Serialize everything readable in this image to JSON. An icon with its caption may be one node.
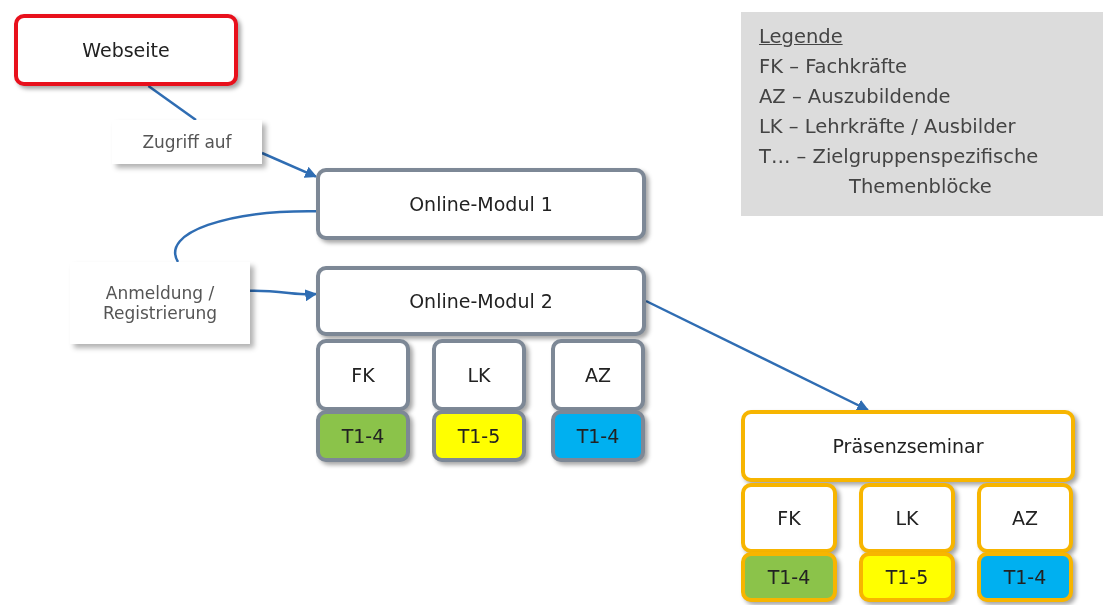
{
  "diagram": {
    "nodes": [
      {
        "text": [
          "Webseite"
        ]
      },
      {
        "text": [
          "Zugriff auf"
        ]
      },
      {
        "text": [
          "Online-Modul 1"
        ]
      },
      {
        "text": [
          "Anmeldung / Registrierung"
        ]
      },
      {
        "text": [
          "Online-Modul 2"
        ]
      },
      {
        "text": [
          "FK"
        ]
      },
      {
        "text": [
          "T1-4"
        ]
      },
      {
        "text": [
          "LK"
        ]
      },
      {
        "text": [
          "T1-5"
        ]
      },
      {
        "text": [
          "AZ"
        ]
      },
      {
        "text": [
          "T1-4"
        ]
      },
      {
        "text": [
          "Präsenzseminar"
        ]
      },
      {
        "text": [
          "FK"
        ]
      },
      {
        "text": [
          "T1-4"
        ]
      },
      {
        "text": [
          "LK"
        ]
      },
      {
        "text": [
          "T1-5"
        ]
      },
      {
        "text": [
          "AZ"
        ]
      },
      {
        "text": [
          "T1-4"
        ]
      },
      {
        "text": [
          "Legende",
          "FK – Fachkräfte",
          "AZ – Auszubildende",
          "LK – Lehrkräfte / Ausbilder",
          "T… – Zielgruppenspezifische Themenblöcke"
        ]
      }
    ],
    "edges": [
      {
        "from": 0,
        "to": 1,
        "arrow": "none"
      },
      {
        "from": 1,
        "to": 2,
        "arrow": "to"
      },
      {
        "from": 2,
        "to": 3,
        "arrow": "none"
      },
      {
        "from": 3,
        "to": 4,
        "arrow": "to"
      },
      {
        "from": 4,
        "to": 11,
        "arrow": "to"
      }
    ]
  }
}
